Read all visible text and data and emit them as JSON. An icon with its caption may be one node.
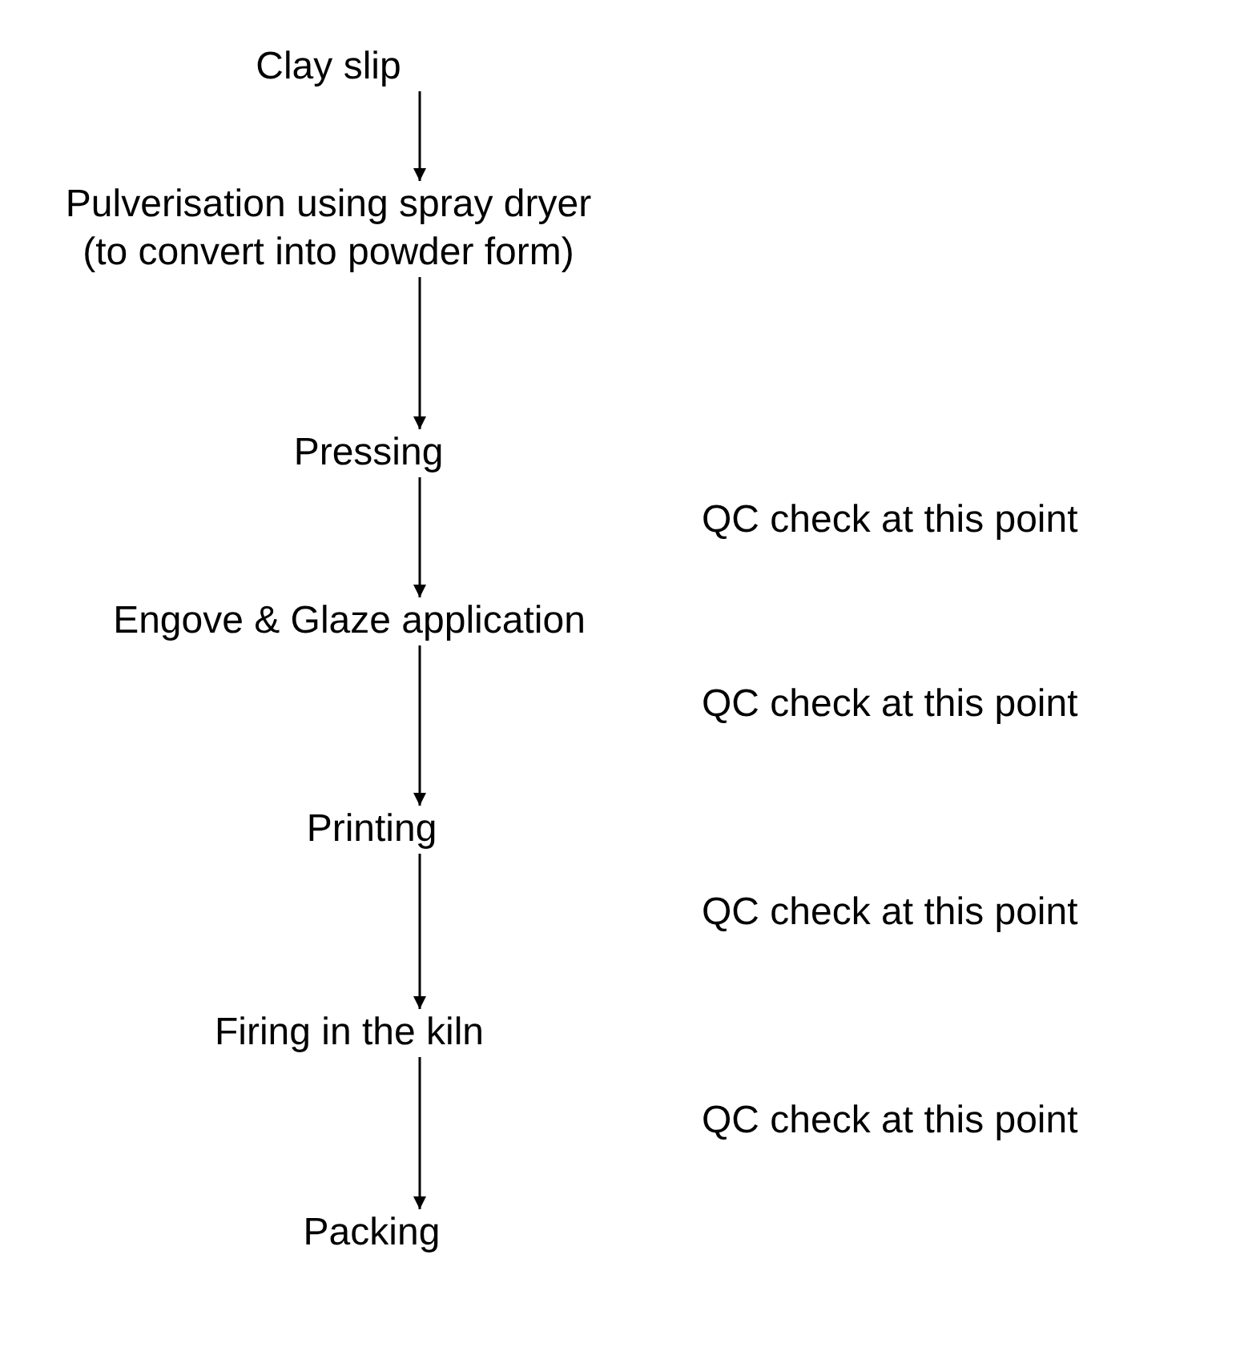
{
  "diagram": {
    "nodes": [
      {
        "text": [
          "Clay slip"
        ]
      },
      {
        "text": [
          "Pulverisation using spray dryer (to convert into powder form)"
        ]
      },
      {
        "text": [
          "Pressing"
        ]
      },
      {
        "text": [
          "Engove & Glaze application"
        ]
      },
      {
        "text": [
          "Printing"
        ]
      },
      {
        "text": [
          "Firing in the kiln"
        ]
      },
      {
        "text": [
          "Packing"
        ]
      }
    ],
    "edges": [
      {
        "from": 0,
        "to": 1,
        "arrow": "to"
      },
      {
        "from": 1,
        "to": 2,
        "arrow": "to"
      },
      {
        "from": 2,
        "to": 3,
        "arrow": "to"
      },
      {
        "from": 3,
        "to": 4,
        "arrow": "to"
      },
      {
        "from": 4,
        "to": 5,
        "arrow": "to"
      },
      {
        "from": 5,
        "to": 6,
        "arrow": "to"
      }
    ],
    "labels": [
      "QC check at this point",
      "QC check at this point",
      "QC check at this point",
      "QC check at this point"
    ]
  }
}
